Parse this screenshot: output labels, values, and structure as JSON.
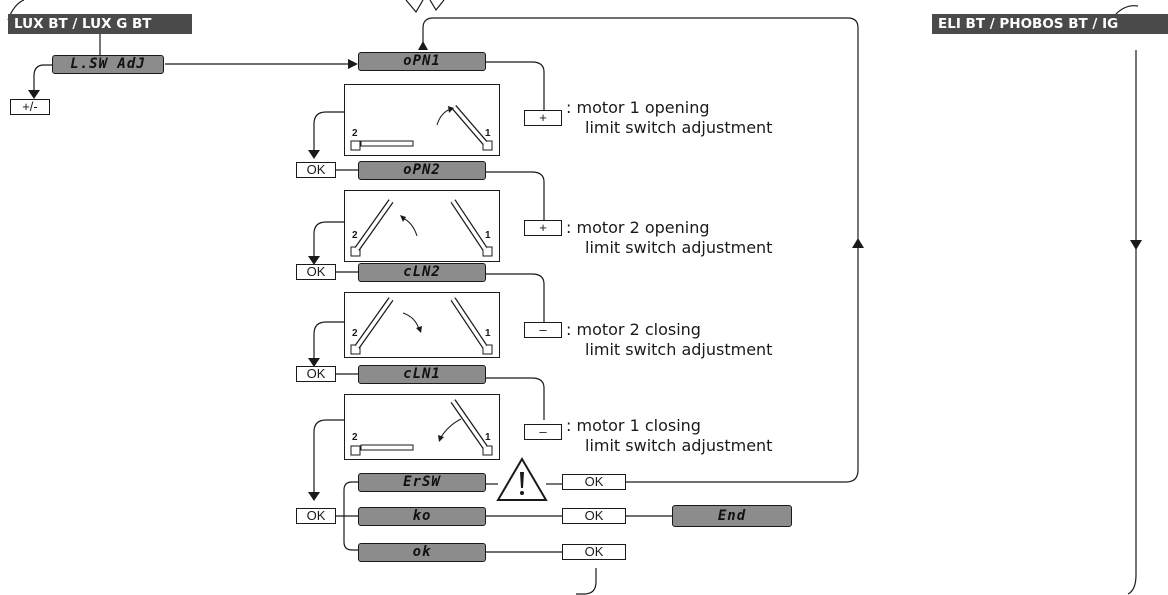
{
  "headers": {
    "left": "LUX BT / LUX G BT",
    "right": "ELI BT / PHOBOS BT / IG"
  },
  "displays": {
    "lsw_adj": "L.SW AdJ",
    "opn1": "oPN1",
    "opn2": "oPN2",
    "cln2": "cLN2",
    "cln1": "cLN1",
    "ersw": "ErSW",
    "ko": "ko",
    "ok": "ok",
    "end": "End"
  },
  "keys": {
    "plus_minus": "+/-",
    "plus": "+",
    "minus": "–",
    "ok": "OK"
  },
  "steps": [
    {
      "line1": ": motor 1 opening",
      "line2": "limit switch adjustment"
    },
    {
      "line1": ": motor 2 opening",
      "line2": "limit switch adjustment"
    },
    {
      "line1": ": motor 2 closing",
      "line2": "limit switch adjustment"
    },
    {
      "line1": ": motor 1 closing",
      "line2": "limit switch adjustment"
    }
  ],
  "gate_labels": {
    "motor_2": "2",
    "motor_1": "1"
  },
  "warning_icon": "warning-triangle-icon",
  "colors": {
    "header_bg": "#4a4a4a",
    "display_bg": "#8c8c8c",
    "line": "#1a1a1a"
  }
}
